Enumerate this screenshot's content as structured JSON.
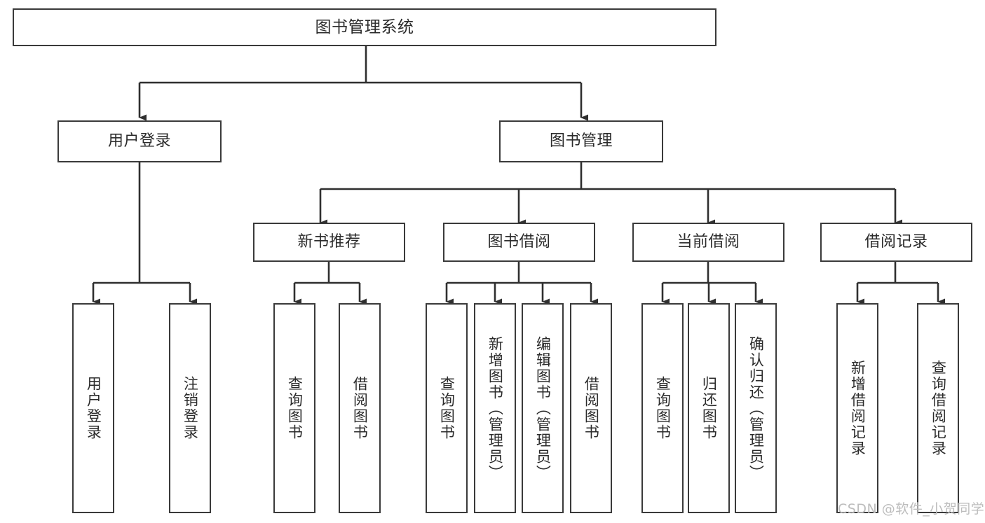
{
  "diagram": {
    "title": "图书管理系统",
    "type": "tree-hierarchy",
    "root": {
      "id": "root",
      "label": "图书管理系统"
    },
    "level1": [
      {
        "id": "user-login",
        "label": "用户登录"
      },
      {
        "id": "book-manage",
        "label": "图书管理"
      }
    ],
    "level2": [
      {
        "id": "new-book-rec",
        "label": "新书推荐",
        "parent": "book-manage"
      },
      {
        "id": "book-borrow",
        "label": "图书借阅",
        "parent": "book-manage"
      },
      {
        "id": "current-borrow",
        "label": "当前借阅",
        "parent": "book-manage"
      },
      {
        "id": "borrow-record",
        "label": "借阅记录",
        "parent": "book-manage"
      }
    ],
    "leaves": [
      {
        "id": "leaf-user-login",
        "label": "用户登录",
        "parent": "user-login"
      },
      {
        "id": "leaf-logout",
        "label": "注销登录",
        "parent": "user-login"
      },
      {
        "id": "leaf-query-book-1",
        "label": "查询图书",
        "parent": "new-book-rec"
      },
      {
        "id": "leaf-borrow-book-1",
        "label": "借阅图书",
        "parent": "new-book-rec"
      },
      {
        "id": "leaf-query-book-2",
        "label": "查询图书",
        "parent": "book-borrow"
      },
      {
        "id": "leaf-add-book",
        "label": "新增图书（管理员）",
        "parent": "book-borrow"
      },
      {
        "id": "leaf-edit-book",
        "label": "编辑图书（管理员）",
        "parent": "book-borrow"
      },
      {
        "id": "leaf-borrow-book-2",
        "label": "借阅图书",
        "parent": "book-borrow"
      },
      {
        "id": "leaf-query-book-3",
        "label": "查询图书",
        "parent": "current-borrow"
      },
      {
        "id": "leaf-return-book",
        "label": "归还图书",
        "parent": "current-borrow"
      },
      {
        "id": "leaf-confirm-return",
        "label": "确认归还（管理员）",
        "parent": "current-borrow"
      },
      {
        "id": "leaf-add-record",
        "label": "新增借阅记录",
        "parent": "borrow-record"
      },
      {
        "id": "leaf-query-record",
        "label": "查询借阅记录",
        "parent": "borrow-record"
      }
    ],
    "colors": {
      "box_border": "#3a3a3a",
      "box_fill": "#ffffff",
      "edge": "#2f2f2f",
      "text": "#2b2b2b",
      "background": "#ffffff",
      "watermark": "#bdbdbd"
    }
  },
  "watermark": {
    "text": "CSDN @软件_小贺同学"
  }
}
